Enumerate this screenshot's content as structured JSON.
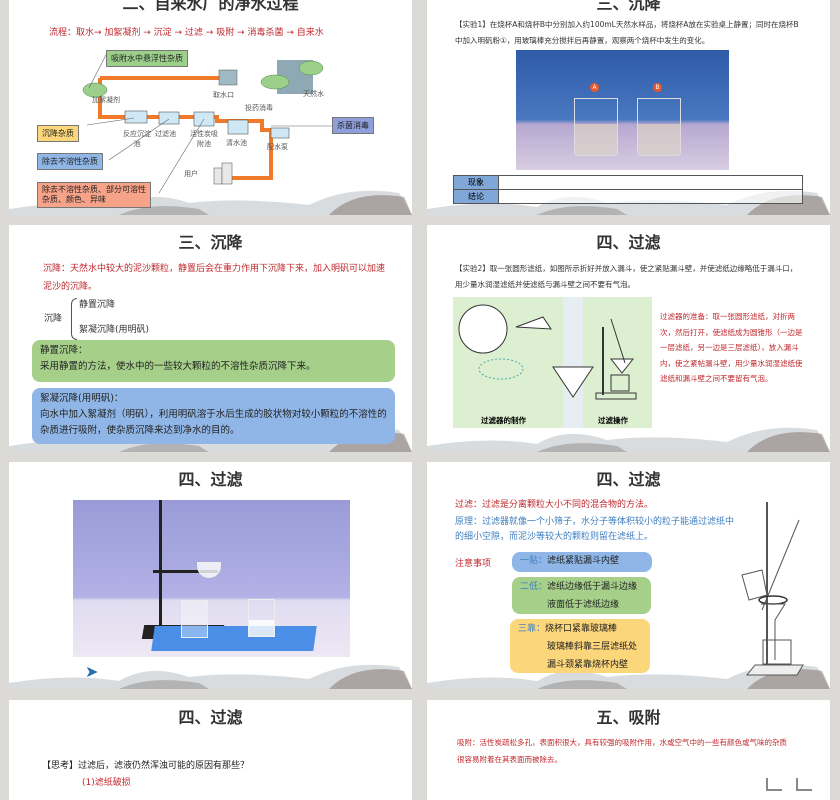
{
  "slides": [
    {
      "title": "二、自来水厂的净水过程",
      "flow": "流程：取水→ 加絮凝剂 → 沉淀 → 过滤 → 吸附 → 消毒杀菌 → 自来水",
      "callouts": {
        "adsorb": "吸附水中悬浮性杂质",
        "settle": "沉降杂质",
        "insoluble": "除去不溶性杂质",
        "carbon": "除去不溶性杂质、部分可溶性杂质、颜色、异味",
        "disinfect": "杀菌消毒"
      },
      "diagram_labels": {
        "coagulant": "加絮凝剂",
        "intake": "取水口",
        "natural_water": "天然水",
        "dosing": "投药消毒",
        "reaction_tank": "反应沉淀池",
        "filter_tank": "过滤池",
        "carbon_tank": "活性炭吸附池",
        "clear_tank": "清水池",
        "pump": "配水泵",
        "users": "用户"
      }
    },
    {
      "title": "三、沉降",
      "experiment": "【实验1】在烧杯A和烧杯B中分别加入约100mL天然水样品，将烧杯A放在实验桌上静置；同时在烧杯B中加入明矾粉①，用玻璃棒充分搅拌后再静置，观察两个烧杯中发生的变化。",
      "beaker_a": "A",
      "beaker_b": "B",
      "table": [
        {
          "label": "现象",
          "value": ""
        },
        {
          "label": "结论",
          "value": ""
        }
      ]
    },
    {
      "title": "三、沉降",
      "definition": "沉降：天然水中较大的泥沙颗粒，静置后会在重力作用下沉降下来，加入明矾可以加速泥沙的沉降。",
      "brace_label": "沉降",
      "brace_items": [
        "静置沉降",
        "絮凝沉降(用明矾)"
      ],
      "green_box": {
        "heading": "静置沉降：",
        "text": "采用静置的方法，使水中的一些较大颗粒的不溶性杂质沉降下来。"
      },
      "blue_box": {
        "heading": "絮凝沉降(用明矾)：",
        "text": "向水中加入絮凝剂（明矾），利用明矾溶于水后生成的胶状物对较小颗粒的不溶性的杂质进行吸附，使杂质沉降来达到净水的目的。"
      }
    },
    {
      "title": "四、过滤",
      "experiment": "【实验2】取一张圆形滤纸，如图所示折好并放入漏斗，使之紧贴漏斗壁，并使滤纸边缘略低于漏斗口，用少量水润湿滤纸并使滤纸与漏斗壁之间不要有气泡。",
      "caption_left": "过滤器的制作",
      "caption_right": "过滤操作",
      "note": "过滤器的准备：取一张圆形滤纸，对折两次，然后打开，使滤纸成为圆锥形（一边是一层滤纸，另一边是三层滤纸），放入漏斗内，使之紧帖漏斗壁，用少量水润湿滤纸使滤纸和漏斗壁之间不要留有气泡。"
    },
    {
      "title": "四、过滤"
    },
    {
      "title": "四、过滤",
      "definition": "过滤：过滤是分离颗粒大小不同的混合物的方法。",
      "principle": "原理：过滤器就像一个小筛子，水分子等体积较小的粒子能通过滤纸中的细小空隙，而泥沙等较大的颗粒则留在滤纸上。",
      "notes_label": "注意事项",
      "rules": [
        {
          "key": "一贴：",
          "lines": [
            "滤纸紧贴漏斗内壁"
          ]
        },
        {
          "key": "二低：",
          "lines": [
            "滤纸边缘低于漏斗边缘",
            "液面低于滤纸边缘"
          ]
        },
        {
          "key": "三靠：",
          "lines": [
            "烧杯口紧靠玻璃棒",
            "玻璃棒斜靠三层滤纸处",
            "漏斗颈紧靠烧杯内壁"
          ]
        }
      ]
    },
    {
      "title": "四、过滤",
      "question": "【思考】过滤后，滤液仍然浑浊可能的原因有那些？",
      "answer1": "(1)滤纸破损"
    },
    {
      "title": "五、吸附",
      "definition": "吸附：活性炭疏松多孔，表面积很大，具有较强的吸附作用，水或空气中的一些有颜色或气味的杂质很容易附着在其表面而被除去。"
    }
  ],
  "colors": {
    "accent_red": "#c0282d",
    "pipe_orange": "#f07a2a",
    "green_box": "#a6d08a",
    "blue_box": "#8fb6e6",
    "yellow_box": "#fcd67a"
  }
}
